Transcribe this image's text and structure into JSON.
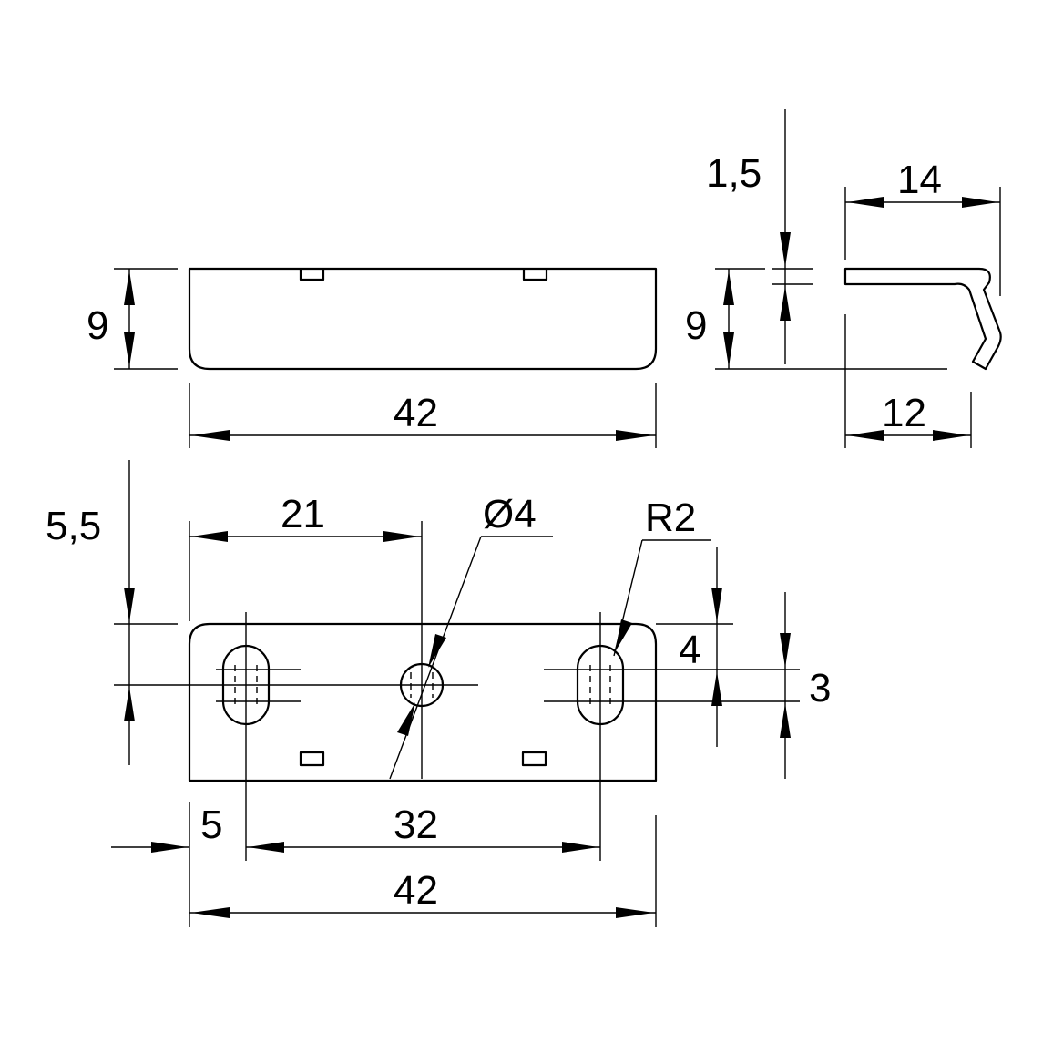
{
  "dimensions": {
    "front_height": "9",
    "front_width": "42",
    "thickness": "1,5",
    "side_height": "9",
    "side_width_top": "14",
    "side_width_bottom": "12",
    "offset_y": "5,5",
    "center_x": "21",
    "hole_diameter": "Ø4",
    "slot_radius": "R2",
    "slot_offset": "4",
    "slot_length": "3",
    "edge_offset": "5",
    "hole_spacing": "32",
    "top_width": "42"
  }
}
